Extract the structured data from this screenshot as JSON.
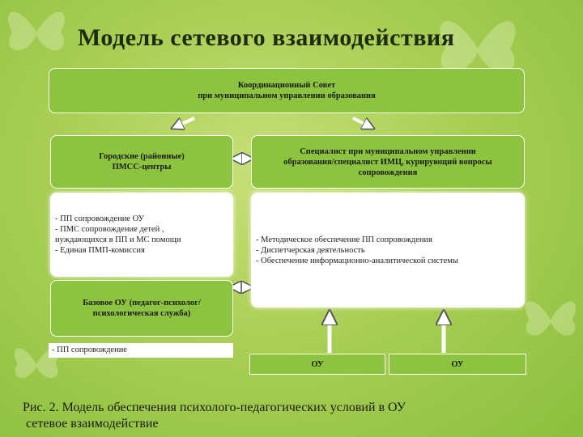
{
  "title": "Модель сетевого взаимодействия",
  "council": {
    "line1": "Координационный Совет",
    "line2": "при муниципальном управлении образования"
  },
  "pmss_centers": {
    "line1": "Городские (районные)",
    "line2": "ПМСС-центры"
  },
  "specialist": {
    "line1": "Специалист при муниципальном управлении",
    "line2": "образования/специалист ИМЦ, курирующий вопросы",
    "line3": "сопровождения"
  },
  "left_list": [
    "-  ПП сопровождение ОУ",
    "- ПМС сопровождение детей ,",
    "нуждающихся в ПП и МС помощи",
    "- Единая ПМП-комиссия"
  ],
  "right_list": [
    "- Методическое обеспечение ПП сопровождения",
    "- Диспетчерская деятельность",
    "- Обеспечение информационно-аналитической системы"
  ],
  "base_ou": {
    "line1": "Базовое ОУ (педагог-психолог/",
    "line2": "психологическая служба)"
  },
  "base_ou_support": "- ПП сопровождение",
  "ou_left": "ОУ",
  "ou_right": "ОУ",
  "caption": {
    "line1": "Рис. 2. Модель обеспечения психолого-педагогических условий в ОУ",
    "line2": " сетевое взаимодействие"
  }
}
